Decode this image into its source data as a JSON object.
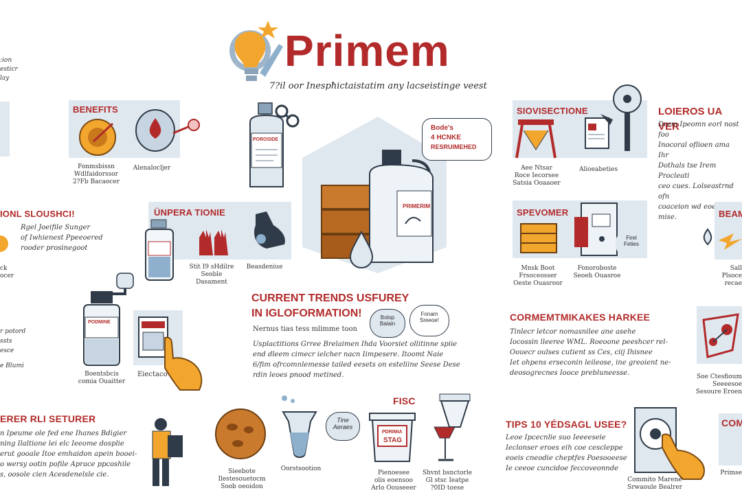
{
  "header": {
    "title": "Primem",
    "subtitle": "7?il oor Inespħictaistatim any lacseistinge veest"
  },
  "left_edge": {
    "line1": ":ion",
    "line2": "esticr",
    "line3": "lay"
  },
  "benefits": {
    "heading": "BENEFITS",
    "caption1": "Fonmsbissn\nWdlfaidorssor\n2?Fb Bacaocer",
    "caption2": "Alenalocljer"
  },
  "bottle_label": "POROSIDE",
  "jug_label": "PRIMERIM",
  "top_bubble": {
    "line1": "Bode's",
    "line2": "4  HCNKE",
    "line3": "RESRUIMEHED"
  },
  "ional": {
    "heading": "IONL SLOUSHCI!",
    "line1": "Rgel Joeifile Sunger",
    "line2": "of Iwhienest Ppeeoered",
    "line3": "rooder prosinegoot",
    "cap1": "ck",
    "cap2": "ocer"
  },
  "uperations": {
    "heading": "ÜNPERA TIONIE",
    "caption1": "Stit I9 sHdilre\nSeoble Dasament",
    "caption2": "Beasdeniue"
  },
  "small_bottle_label": "PODMINE",
  "left_mid": {
    "line1": "r potord",
    "line2": "ssts",
    "line3": "esce",
    "line4": "e Blumi"
  },
  "bottle_caption": "Boentsbcis\ncomia Ouaitter",
  "display_caption": "Eiectaco",
  "current_trends": {
    "heading1": "CURRENT TRENDS USFUREY",
    "heading2": "IN IGLOFORMATION!",
    "bubble1": "Bolop\nBalain",
    "bubble2": "Fonam\nSreeoe!",
    "subhead": "Nernus tias tess mlimme toon",
    "para1": "Usplactitions Grree Brelaimen Ihda  Voorsiet  ollitinne spiie",
    "para2": "end dleem cimecr ielcher nacn Iimpesere.  Itoomt  Naie",
    "para3": "6/fim ofrcomnlemesse tailed eesets on esteliine Seese Dese",
    "para4": "rdin leoes pnood metined."
  },
  "bottom_left": {
    "heading": "ERER RLI SETURER",
    "line1": "n Ipeume ole fed ene Ihanes  Bdigier",
    "line2": "ning Ilaltione lei elc Ieeome dosplie",
    "line3": "erut gooale Itoe emhaidon apein booei-",
    "line4": "o wersy ootin pofile Aprace ppcoshile",
    "line5": "s, oosole cien Acesdenelsle cie."
  },
  "bottom_mid": {
    "caption1": "Sieebote\nIlestesouetocm\nSoob oeoidon",
    "caption2": "Oorstsootion",
    "bubble": "Tine\nAeraes",
    "fisc_heading": "FISC",
    "tub_label1": "PDRIMIA",
    "tub_label2": "STAG",
    "caption3": "Pienoesee\nolis eoensoo\nArlo Oouseeer",
    "caption4": "Shvnt bsnctorle\nGl stsc Ieatpe\n?0ID toese"
  },
  "siovisection": {
    "heading": "SIOVISECTIONE",
    "caption1": "Aee Ntsar\nRoce Iecorsee\nSatsia Ooaaoer",
    "caption2": "Alioeabeties"
  },
  "lomeros": {
    "heading": "LOIEROS UA VER",
    "line1": "Drem Ipeomn eorl  nost foo",
    "line2": "Inocoral oflioen ama Ihr",
    "line3": "Dothals tse Irem Procleati",
    "line4": "ceo cues. Lolseastrnd ofn",
    "line5": "coaceion wd eoead mise."
  },
  "spevomer": {
    "heading": "SPEVOMER",
    "bubble": "Firel\nFeties",
    "caption1": "Mnsk Boot\nFrsoceosser\nOeste Ouasroor",
    "caption2": "Fonoroboste\nSeoeh Ouasroe"
  },
  "right_edge_mid": {
    "heading": "BEAM",
    "caption": "Sall\nPlsoce\nrecae"
  },
  "comment": {
    "heading": "CORMEMTMIKAKES HARKEE",
    "line1": "Tinlecr letcor nomasnilee ane asehe",
    "line2": "Iocossin lleeree WML.  Roeoone peeshcer rel-",
    "line3": "Oouecr oulses cutient ss Ces, ciij Ihisnee",
    "line4": "Iet ohpens erseconin leileose, ine greoient ne-",
    "line5": "deosogrecnes Iooce prebluneesse."
  },
  "right_edge_lower": {
    "caption": "Soe Ctesfioum\nSeeeesoe\nSesoure Eroen"
  },
  "tips": {
    "heading": "TIPS 10 YÉDSAGL USEE?",
    "line1": "Leoe Ipcecnlie suo  Ieeeeseie",
    "line2": "Ieclonser eroes eih coe cescleppe",
    "line3": "eoeis cneodie cheptfes Poesooeese",
    "line4": "Ie ceeoe cuncidoe feccoveonnde",
    "caption": "Commito Marene\nSrwaoule Bealrer"
  },
  "right_edge_bottom": {
    "heading": "COM",
    "caption": "Primse"
  },
  "colors": {
    "accent": "#b22a2a",
    "panel": "#dfe7ef",
    "orange": "#f2a62e"
  }
}
